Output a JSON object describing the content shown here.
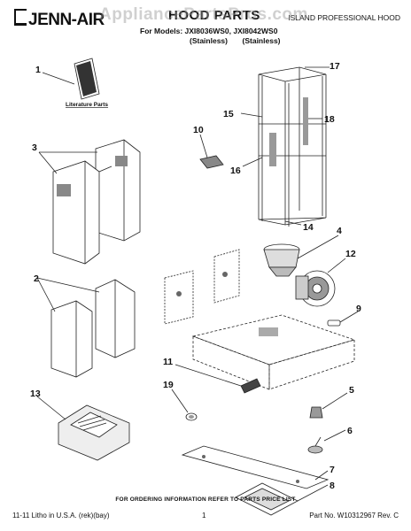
{
  "header": {
    "brand": "JENN-AIR",
    "title": "HOOD PARTS",
    "hood_type": "ISLAND PROFESSIONAL HOOD",
    "models_line": "For Models: JXI8036WS0, JXI8042WS0",
    "finish_line": "(Stainless)       (Stainless)",
    "watermark": "AppliancePartsPros.com"
  },
  "diagram": {
    "literature_label": "Literature Parts",
    "callouts": [
      "1",
      "2",
      "3",
      "4",
      "5",
      "6",
      "7",
      "8",
      "9",
      "10",
      "11",
      "12",
      "13",
      "14",
      "15",
      "16",
      "17",
      "18",
      "19"
    ]
  },
  "footer": {
    "note": "FOR ORDERING INFORMATION REFER TO PARTS PRICE LIST",
    "litho": "11-11 Litho in U.S.A. (rek)(bay)",
    "page": "1",
    "part_no": "Part No. W10312967 Rev. C"
  }
}
